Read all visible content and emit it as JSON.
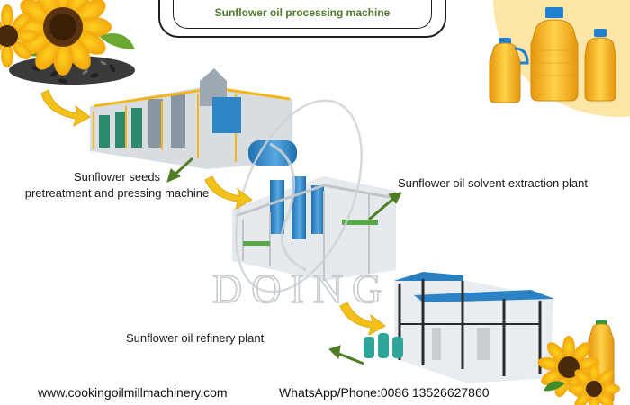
{
  "title": "Sunflower oil processing machine",
  "labels": {
    "pretreatment_line1": "Sunflower seeds",
    "pretreatment_line2": "pretreatment and pressing machine",
    "solvent": "Sunflower oil solvent extraction plant",
    "refinery": "Sunflower oil refinery plant"
  },
  "watermark": "DOING",
  "footer": {
    "website": "www.cookingoilmillmachinery.com",
    "phone": "WhatsApp/Phone:0086 13526627860"
  },
  "colors": {
    "title_green": "#4d7a2c",
    "arrow_yellow": "#f2c21b",
    "arrow_green": "#4f7d23",
    "oil_gold": "#f0b323",
    "corner_yellow": "#fbe6a8",
    "machine_blue": "#2f86c7"
  }
}
